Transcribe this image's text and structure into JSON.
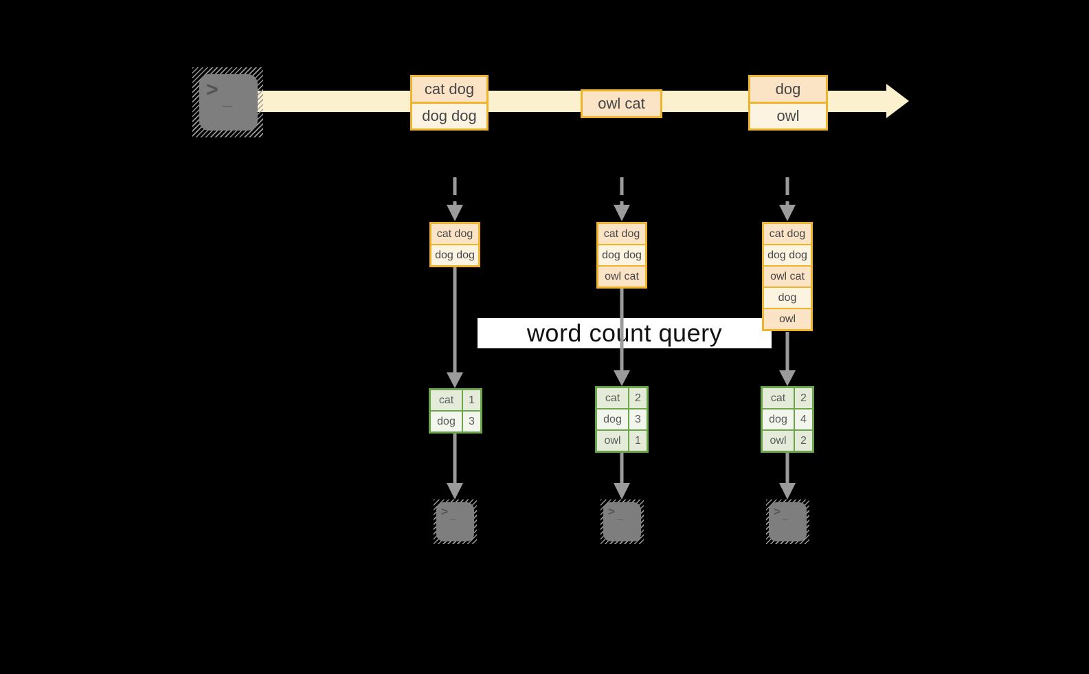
{
  "query": {
    "label": "word count query"
  },
  "source": {
    "glyph_gt": ">",
    "glyph_underscore": "_"
  },
  "stream": {
    "records": [
      {
        "lines": [
          "cat dog",
          "dog dog"
        ]
      },
      {
        "lines": [
          "owl cat"
        ]
      },
      {
        "lines": [
          "dog",
          "owl"
        ]
      }
    ]
  },
  "consumers": [
    {
      "buffer": [
        "cat dog",
        "dog dog"
      ],
      "counts": [
        {
          "word": "cat",
          "count": "1"
        },
        {
          "word": "dog",
          "count": "3"
        }
      ]
    },
    {
      "buffer": [
        "cat dog",
        "dog dog",
        "owl cat"
      ],
      "counts": [
        {
          "word": "cat",
          "count": "2"
        },
        {
          "word": "dog",
          "count": "3"
        },
        {
          "word": "owl",
          "count": "1"
        }
      ]
    },
    {
      "buffer": [
        "cat dog",
        "dog dog",
        "owl cat",
        "dog",
        "owl"
      ],
      "counts": [
        {
          "word": "cat",
          "count": "2"
        },
        {
          "word": "dog",
          "count": "4"
        },
        {
          "word": "owl",
          "count": "2"
        }
      ]
    }
  ],
  "colors": {
    "accent_orange": "#f0b32c",
    "fill_peach": "#fbe3c6",
    "fill_cream": "#fdf3e1",
    "stream_band": "#fcf1ce",
    "green_border": "#6ca64a",
    "green_row_dark": "#e4ecd9",
    "green_row_light": "#f3f6ed",
    "arrow_gray": "#9b9b9b",
    "terminal_gray": "#7e7e7e"
  }
}
